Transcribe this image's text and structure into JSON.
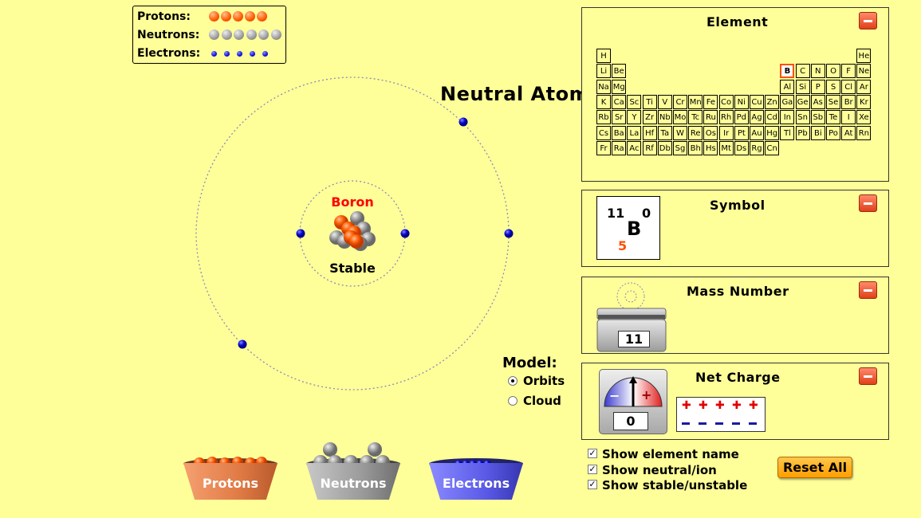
{
  "legend": {
    "protons_label": "Protons:",
    "neutrons_label": "Neutrons:",
    "electrons_label": "Electrons:",
    "protons_count": 5,
    "neutrons_count": 6,
    "electrons_count": 5
  },
  "atom": {
    "heading": "Neutral Atom",
    "element_name": "Boron",
    "stability": "Stable"
  },
  "model": {
    "label": "Model:",
    "options": [
      "Orbits",
      "Cloud"
    ],
    "selected": "Orbits"
  },
  "buckets": {
    "protons": "Protons",
    "neutrons": "Neutrons",
    "electrons": "Electrons"
  },
  "panels": {
    "element_title": "Element",
    "symbol_title": "Symbol",
    "mass_title": "Mass Number",
    "charge_title": "Net Charge"
  },
  "periodic_table": {
    "selected": "B",
    "rows": [
      [
        "H",
        "",
        "",
        "",
        "",
        "",
        "",
        "",
        "",
        "",
        "",
        "",
        "",
        "",
        "",
        "",
        "",
        "He"
      ],
      [
        "Li",
        "Be",
        "",
        "",
        "",
        "",
        "",
        "",
        "",
        "",
        "",
        "",
        "B",
        "C",
        "N",
        "O",
        "F",
        "Ne"
      ],
      [
        "Na",
        "Mg",
        "",
        "",
        "",
        "",
        "",
        "",
        "",
        "",
        "",
        "",
        "Al",
        "Si",
        "P",
        "S",
        "Cl",
        "Ar"
      ],
      [
        "K",
        "Ca",
        "Sc",
        "Ti",
        "V",
        "Cr",
        "Mn",
        "Fe",
        "Co",
        "Ni",
        "Cu",
        "Zn",
        "Ga",
        "Ge",
        "As",
        "Se",
        "Br",
        "Kr"
      ],
      [
        "Rb",
        "Sr",
        "Y",
        "Zr",
        "Nb",
        "Mo",
        "Tc",
        "Ru",
        "Rh",
        "Pd",
        "Ag",
        "Cd",
        "In",
        "Sn",
        "Sb",
        "Te",
        "I",
        "Xe"
      ],
      [
        "Cs",
        "Ba",
        "La",
        "Hf",
        "Ta",
        "W",
        "Re",
        "Os",
        "Ir",
        "Pt",
        "Au",
        "Hg",
        "Tl",
        "Pb",
        "Bi",
        "Po",
        "At",
        "Rn"
      ],
      [
        "Fr",
        "Ra",
        "Ac",
        "Rf",
        "Db",
        "Sg",
        "Bh",
        "Hs",
        "Mt",
        "Ds",
        "Rg",
        "Cn",
        "",
        "",
        "",
        "",
        "",
        ""
      ]
    ]
  },
  "symbol": {
    "mass_number": "11",
    "charge": "0",
    "symbol": "B",
    "atomic_number": "5"
  },
  "mass": {
    "value": "11"
  },
  "charge": {
    "value": "0",
    "meter_minus": "−",
    "meter_plus": "+",
    "plus_count": 5,
    "minus_count": 5
  },
  "options": {
    "show_element_name": "Show element name",
    "show_neutral_ion": "Show neutral/ion",
    "show_stable_unstable": "Show stable/unstable"
  },
  "reset_label": "Reset All",
  "colors": {
    "background": "#ffff99",
    "proton": "#ff5a00",
    "neutron": "#9c9c9c",
    "electron": "#1010e0",
    "element_name": "#ff0000",
    "atomic_number": "#ff5000"
  },
  "icons": {
    "collapse": "minus-icon",
    "scale": "scale-icon",
    "meter": "charge-meter-icon",
    "radio": "radio-icon",
    "checkbox": "checkmark-icon"
  }
}
